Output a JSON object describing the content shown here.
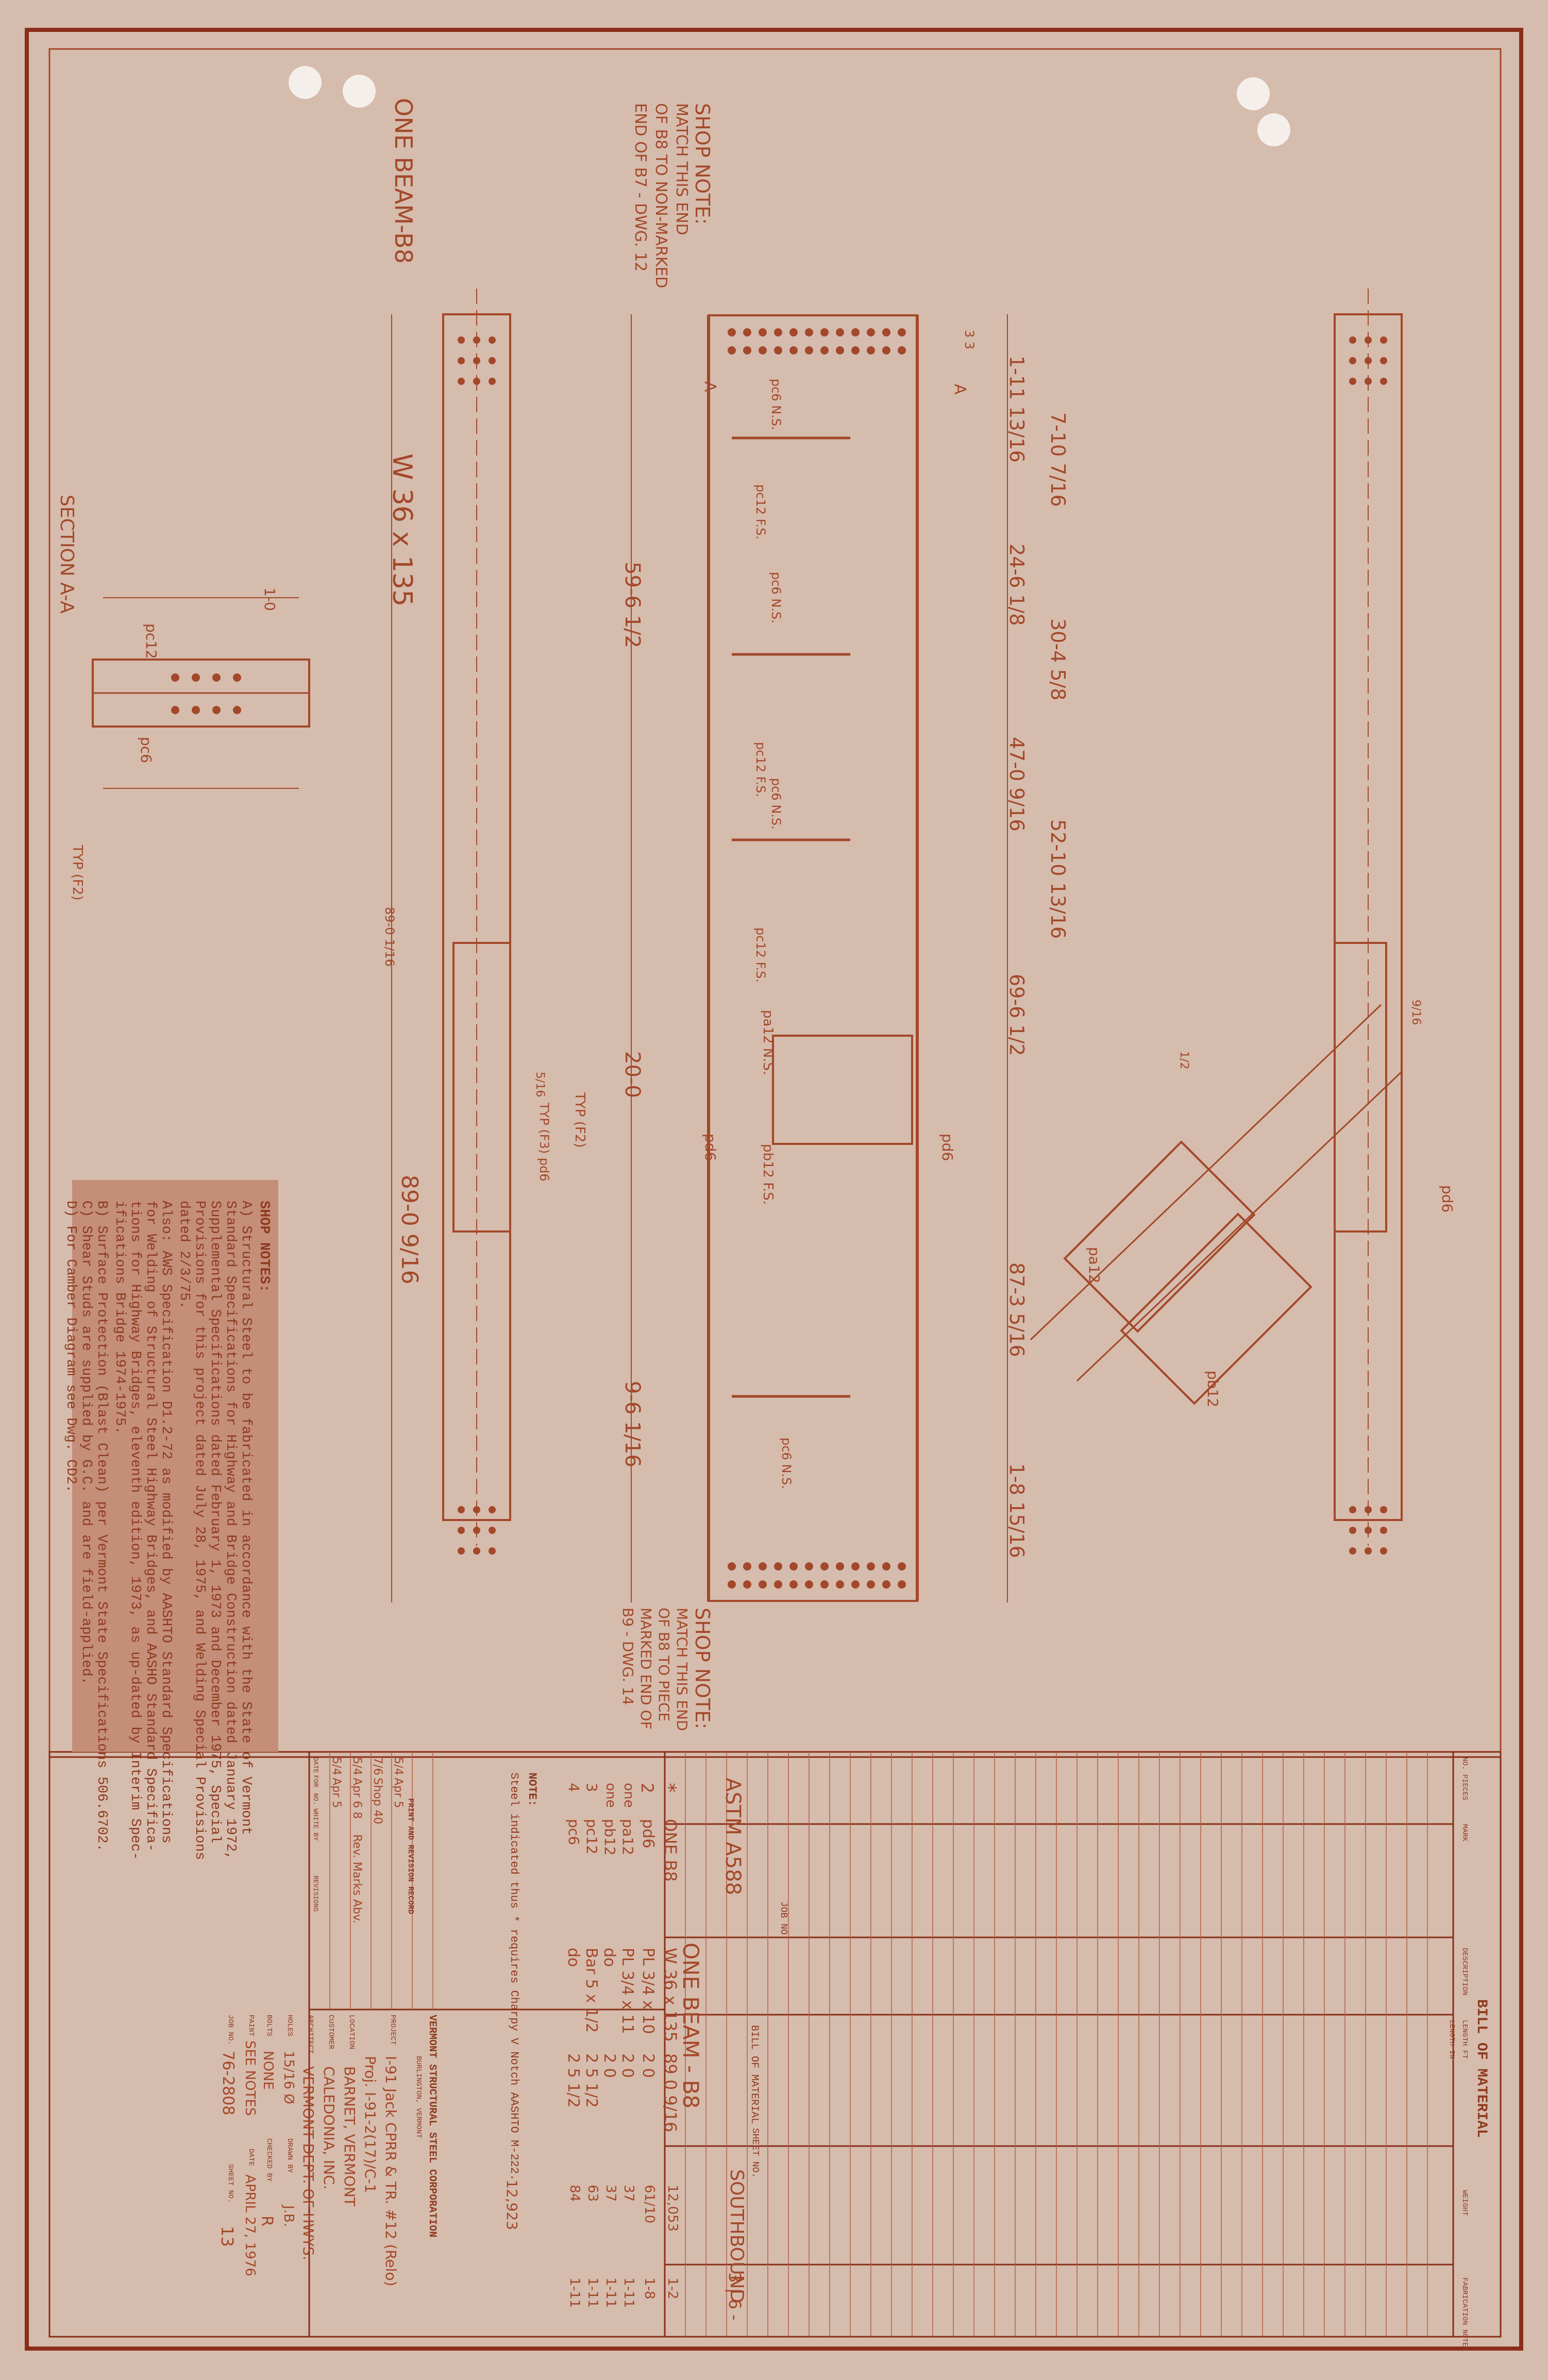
{
  "colors": {
    "paper": "#d6bcad",
    "ink": "#9c3f22",
    "border": "#8a2e18",
    "notes_bg": "#c48e78"
  },
  "drawing": {
    "beam_title": "ONE BEAM-B8",
    "beam_size": "W 36 x 135",
    "section_label": "SECTION A-A",
    "shop_note_top": {
      "title": "SHOP NOTE:",
      "lines": [
        "MATCH THIS END",
        "OF B8 TO NON-MARKED",
        "END OF B7 - DWG. 12"
      ]
    },
    "shop_note_bottom": {
      "title": "SHOP NOTE:",
      "lines": [
        "MATCH THIS END",
        "OF B8 TO PIECE",
        "MARKED END OF",
        "B9 - DWG. 14"
      ]
    },
    "dims": [
      "1-11 13/16",
      "7-10 7/16",
      "24-6 1/8",
      "30-4 5/8",
      "47-0 9/16",
      "52-10 13/16",
      "69-6 1/2",
      "87-3 5/16",
      "1-8 15/16",
      "59-6 1/2",
      "20-0",
      "9-6 1/16",
      "89-0 9/16",
      "89-0 1/16",
      "1-0"
    ],
    "labels": [
      "pc6 N.S.",
      "pc12 F.S.",
      "pc6 N.S.",
      "pc12 F.S.",
      "pc6 N.S.",
      "pc12 F.S.",
      "pa12 N.S.",
      "pb12 F.S.",
      "pd6",
      "pd6",
      "pd6",
      "pc6 N.S.",
      "pa12",
      "pb12",
      "pc12",
      "pc6",
      "TYP (F2)",
      "TYP (F2)",
      "TYP (F3) pd6",
      "A",
      "A",
      "3 3",
      "5/16",
      "1/2",
      "9/16"
    ]
  },
  "shop_notes": {
    "title": "SHOP NOTES:",
    "items": [
      "A) Structural Steel to be fabricated in accordance with the State of Vermont",
      "Standard Specifications for Highway and Bridge Construction dated January 1972,",
      "Supplemental Specifications dated February 1, 1973 and December 1975, Special",
      "Provisions for this project dated July 28, 1975, and Welding Special Provisions",
      "dated 2/3/75.",
      "Also: AWS Specification D1.2-72 as modified by AASHTO Standard Specifications",
      "for Welding of Structural Steel Highway Bridges, and AASHO Standard Specifica-",
      "tions for Highway Bridges, eleventh edition, 1973, as up-dated by Interim Spec-",
      "ifications Bridge 1974-1975.",
      "B) Surface Protection (Blast Clean) per Vermont State Specifications 506.6702.",
      "C) Shear Studs are supplied by G.C. and are field-applied.",
      "D) For Camber Diagram see Dwg. CD2."
    ]
  },
  "bill_of_material": {
    "title": "BILL OF MATERIAL",
    "material": "ASTM A588",
    "subtitle": "ONE BEAM - B8",
    "direction": "SOUTHBOUND",
    "job_no_label": "JOB NO.",
    "sheet_no_label": "SHEET NO.",
    "page_ref": "3 | 6 -",
    "columns": [
      "NO. PIECES",
      "MARK",
      "DESCRIPTION",
      "LENGTH FT",
      "LENGTH IN",
      "WEIGHT",
      "FABRICATION NOTES"
    ],
    "rows": [
      {
        "no": "*",
        "mark": "ONE B8",
        "desc": "W 36 x 135",
        "len": "89 0 9/16",
        "weight": "12,053",
        "note": "1-2"
      },
      {
        "no": "2",
        "mark": "pd6",
        "desc": "PL 3/4 x 10",
        "len": "2 0",
        "weight": "61/10",
        "note": "1-8"
      },
      {
        "no": "one",
        "mark": "pa12",
        "desc": "PL 3/4 x 11",
        "len": "2 0",
        "weight": "37",
        "note": "1-11"
      },
      {
        "no": "one",
        "mark": "pb12",
        "desc": "do",
        "len": "2 0",
        "weight": "37",
        "note": "1-11"
      },
      {
        "no": "3",
        "mark": "pc12",
        "desc": "Bar 5 x 1/2",
        "len": "2 5 1/2",
        "weight": "63",
        "note": "1-11"
      },
      {
        "no": "4",
        "mark": "pc6",
        "desc": "do",
        "len": "2 5 1/2",
        "weight": "84",
        "note": "1-11"
      }
    ],
    "total_weight": "12,923",
    "steel_note_label": "NOTE:",
    "steel_note": "Steel indicated thus * requires Charpy V Notch AASHTO M-222."
  },
  "title_block": {
    "revisions_title": "PRINT AND REVISION RECORD",
    "rev_columns": [
      "DATE",
      "FOR",
      "NO.",
      "WHITE BY",
      "REVISIONS"
    ],
    "revisions": [
      {
        "date": "5/4",
        "for": "Apr 5",
        "note": ""
      },
      {
        "date": "5/4",
        "for": "Apr 6 8",
        "note": "Rev. Marks Abv."
      },
      {
        "date": "7/6",
        "for": "Shop 40",
        "note": ""
      },
      {
        "date": "5/4",
        "for": "Apr 5",
        "note": ""
      }
    ],
    "company": "VERMONT STRUCTURAL STEEL CORPORATION",
    "company_city": "BURLINGTON, VERMONT",
    "fields": [
      {
        "label": "PROJECT",
        "value": "I-91 Jack CPRR & TR. #12 (Relo)"
      },
      {
        "label": "",
        "value": "Proj. I-91-2(17)/C-1"
      },
      {
        "label": "LOCATION",
        "value": "BARNET, VERMONT"
      },
      {
        "label": "CUSTOMER",
        "value": "CALEDONIA, INC."
      },
      {
        "label": "ARCHITECT",
        "value": "VERMONT DEPT. OF HWYS."
      },
      {
        "label": "HOLES",
        "value": "15/16 Ø"
      },
      {
        "label": "DRAWN BY",
        "value": "J.B."
      },
      {
        "label": "BOLTS",
        "value": "NONE"
      },
      {
        "label": "CHECKED BY",
        "value": "R"
      },
      {
        "label": "PAINT",
        "value": "SEE NOTES"
      },
      {
        "label": "DATE",
        "value": "APRIL 27, 1976"
      },
      {
        "label": "JOB NO.",
        "value": "76-2808"
      },
      {
        "label": "SHEET NO.",
        "value": "13"
      }
    ]
  }
}
